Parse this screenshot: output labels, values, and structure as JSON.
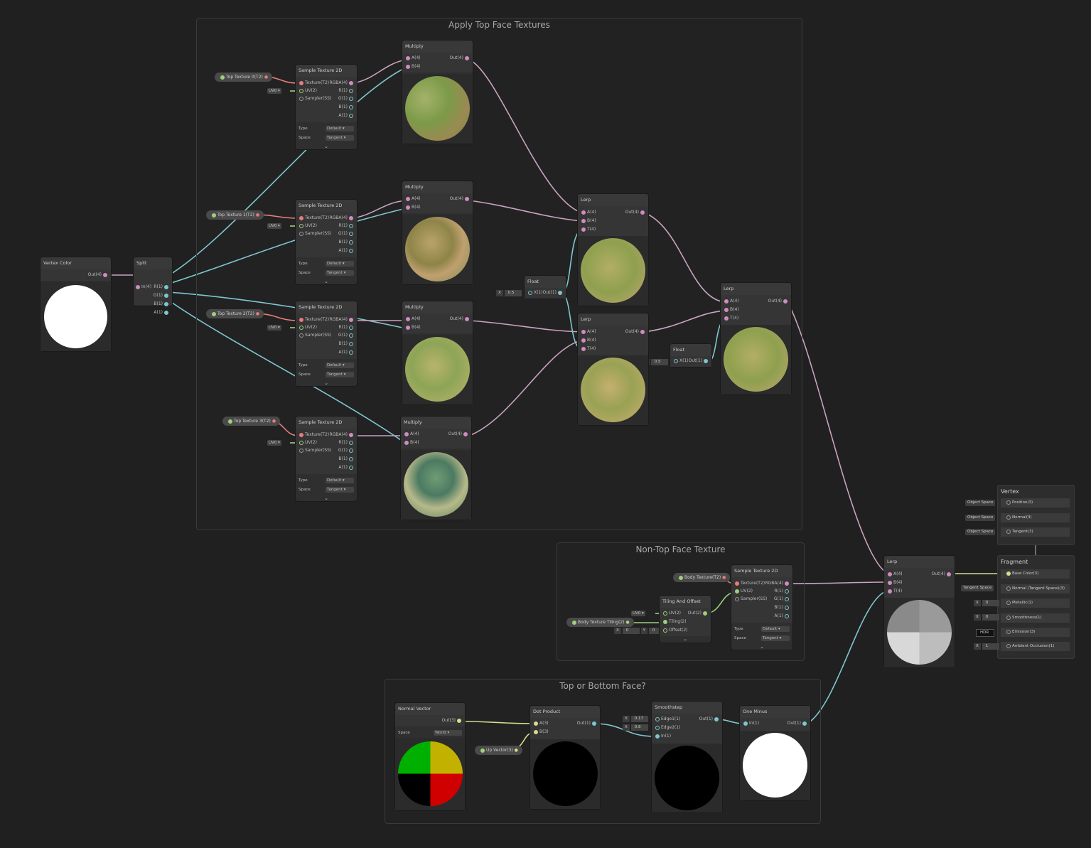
{
  "groups": {
    "top_face": "Apply Top Face Textures",
    "non_top": "Non-Top Face Texture",
    "top_bottom": "Top or Bottom Face?"
  },
  "nodes": {
    "vertex_color": {
      "title": "Vertex Color",
      "out": "Out(4)"
    },
    "split": {
      "title": "Split",
      "in": "In(4)",
      "outs": [
        "R(1)",
        "G(1)",
        "B(1)",
        "A(1)"
      ]
    },
    "sample_texture": {
      "title": "Sample Texture 2D",
      "ins": [
        "Texture(T2)",
        "UV(2)",
        "Sampler(SS)"
      ],
      "outs": [
        "RGBA(4)",
        "R(1)",
        "G(1)",
        "B(1)",
        "A(1)"
      ],
      "type_label": "Type",
      "type_value": "Default",
      "space_label": "Space",
      "space_value": "Tangent",
      "uv_dropdown": "UV0"
    },
    "multiply": {
      "title": "Multiply",
      "ins": [
        "A(4)",
        "B(4)"
      ],
      "out": "Out(4)"
    },
    "lerp": {
      "title": "Lerp",
      "ins": [
        "A(4)",
        "B(4)",
        "T(4)"
      ],
      "out": "Out(4)"
    },
    "float": {
      "title": "Float",
      "in": "X(1)",
      "out": "Out(1)",
      "x_label": "X",
      "value": "0.5"
    },
    "tiling_offset": {
      "title": "Tiling And Offset",
      "ins": [
        "UV(2)",
        "Tiling(2)",
        "Offset(2)"
      ],
      "out": "Out(2)",
      "uv_dropdown": "UV0",
      "x_label": "X",
      "x_value": "0",
      "y_label": "Y",
      "y_value": "0"
    },
    "normal_vector": {
      "title": "Normal Vector",
      "out": "Out(3)",
      "space_label": "Space",
      "space_value": "World"
    },
    "dot_product": {
      "title": "Dot Product",
      "ins": [
        "A(3)",
        "B(3)"
      ],
      "out": "Out(1)"
    },
    "smoothstep": {
      "title": "Smoothstep",
      "ins": [
        "Edge1(1)",
        "Edge2(1)",
        "In(1)"
      ],
      "out": "Out(1)",
      "x_label": "X",
      "edge1": "0.17",
      "edge2": "0.8"
    },
    "one_minus": {
      "title": "One Minus",
      "in": "In(1)",
      "out": "Out(1)"
    }
  },
  "properties": {
    "top0": "Top Texture 0(T2)",
    "top1": "Top Texture 1(T2)",
    "top2": "Top Texture 2(T2)",
    "top3": "Top Texture 3(T2)",
    "body": "Body Texture(T2)",
    "body_tiling": "Body Texture Tiling(2)",
    "up_vector": "Up Vector(3)"
  },
  "master": {
    "vertex_title": "Vertex",
    "vertex_blocks": [
      "Position(3)",
      "Normal(3)",
      "Tangent(3)"
    ],
    "vertex_ext": "Object Space",
    "fragment_title": "Fragment",
    "fragment_blocks": [
      "Base Color(3)",
      "Normal (Tangent Space)(3)",
      "Metallic(1)",
      "Smoothness(1)",
      "Emission(3)",
      "Ambient Occlusion(1)"
    ],
    "tangent_ext": "Tangent Space",
    "x_label": "X",
    "metallic": "0",
    "smoothness": "0",
    "emission": "HDR",
    "ao": "1"
  },
  "colors": {
    "background": "#202020",
    "wire_vector4": "#c9a2c0",
    "wire_vector1": "#7ec6cf",
    "wire_texture": "#e87c7c",
    "wire_vector2": "#9fd07c",
    "wire_vector3": "#d8dc8c"
  }
}
